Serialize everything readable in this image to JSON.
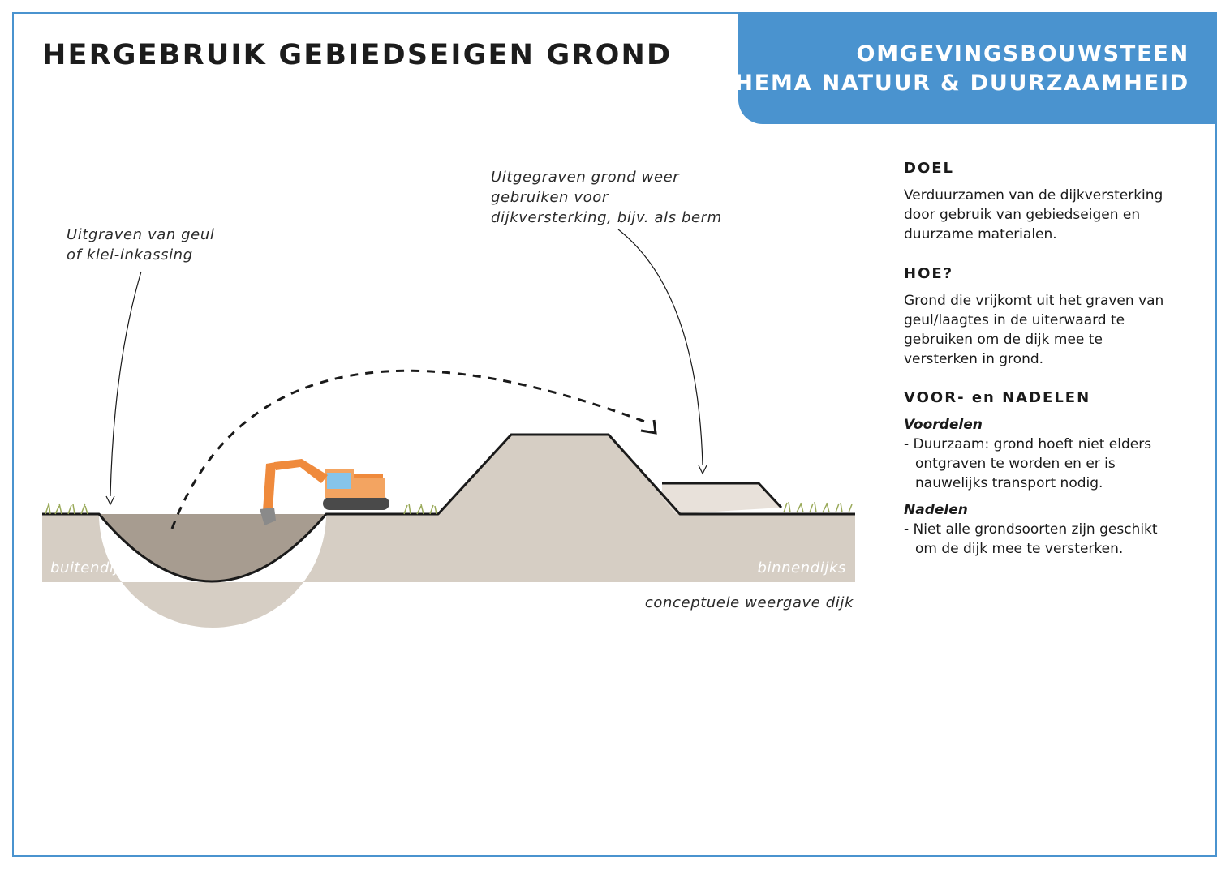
{
  "title": "HERGEBRUIK GEBIEDSEIGEN GROND",
  "banner": {
    "line1": "OMGEVINGSBOUWSTEEN",
    "line2": "THEMA NATUUR & DUURZAAMHEID",
    "color": "#4a93cf"
  },
  "diagram": {
    "annotation_left": [
      "Uitgraven van geul",
      "of klei-inkassing"
    ],
    "annotation_right": [
      "Uitgegraven grond weer",
      "gebruiken voor",
      "dijkversterking, bijv. als berm"
    ],
    "label_left": "buitendijks",
    "label_right": "binnendijks",
    "caption": "conceptuele weergave dijk",
    "colors": {
      "ground": "#d6cec4",
      "channel": "#a79c90",
      "berm": "#e8e1da",
      "excavator": "#ef8a3c"
    }
  },
  "sidebar": {
    "doel_heading": "DOEL",
    "doel_lines": [
      "Verduurzamen van de dijkversterking",
      "door gebruik van gebiedseigen en",
      "duurzame materialen."
    ],
    "hoe_heading": "HOE?",
    "hoe_lines": [
      "Grond die vrijkomt uit het graven van",
      "geul/laagtes in de uiterwaard te",
      "gebruiken om de dijk mee te",
      "versterken in grond."
    ],
    "voor_heading": "VOOR- en NADELEN",
    "voordelen_label": "Voordelen",
    "voordelen_lines": [
      "- Duurzaam: grond hoeft niet elders",
      "ontgraven te worden en er is",
      "nauwelijks transport nodig."
    ],
    "nadelen_label": "Nadelen",
    "nadelen_lines": [
      "- Niet alle grondsoorten zijn geschikt",
      "om de dijk mee te versterken."
    ]
  }
}
